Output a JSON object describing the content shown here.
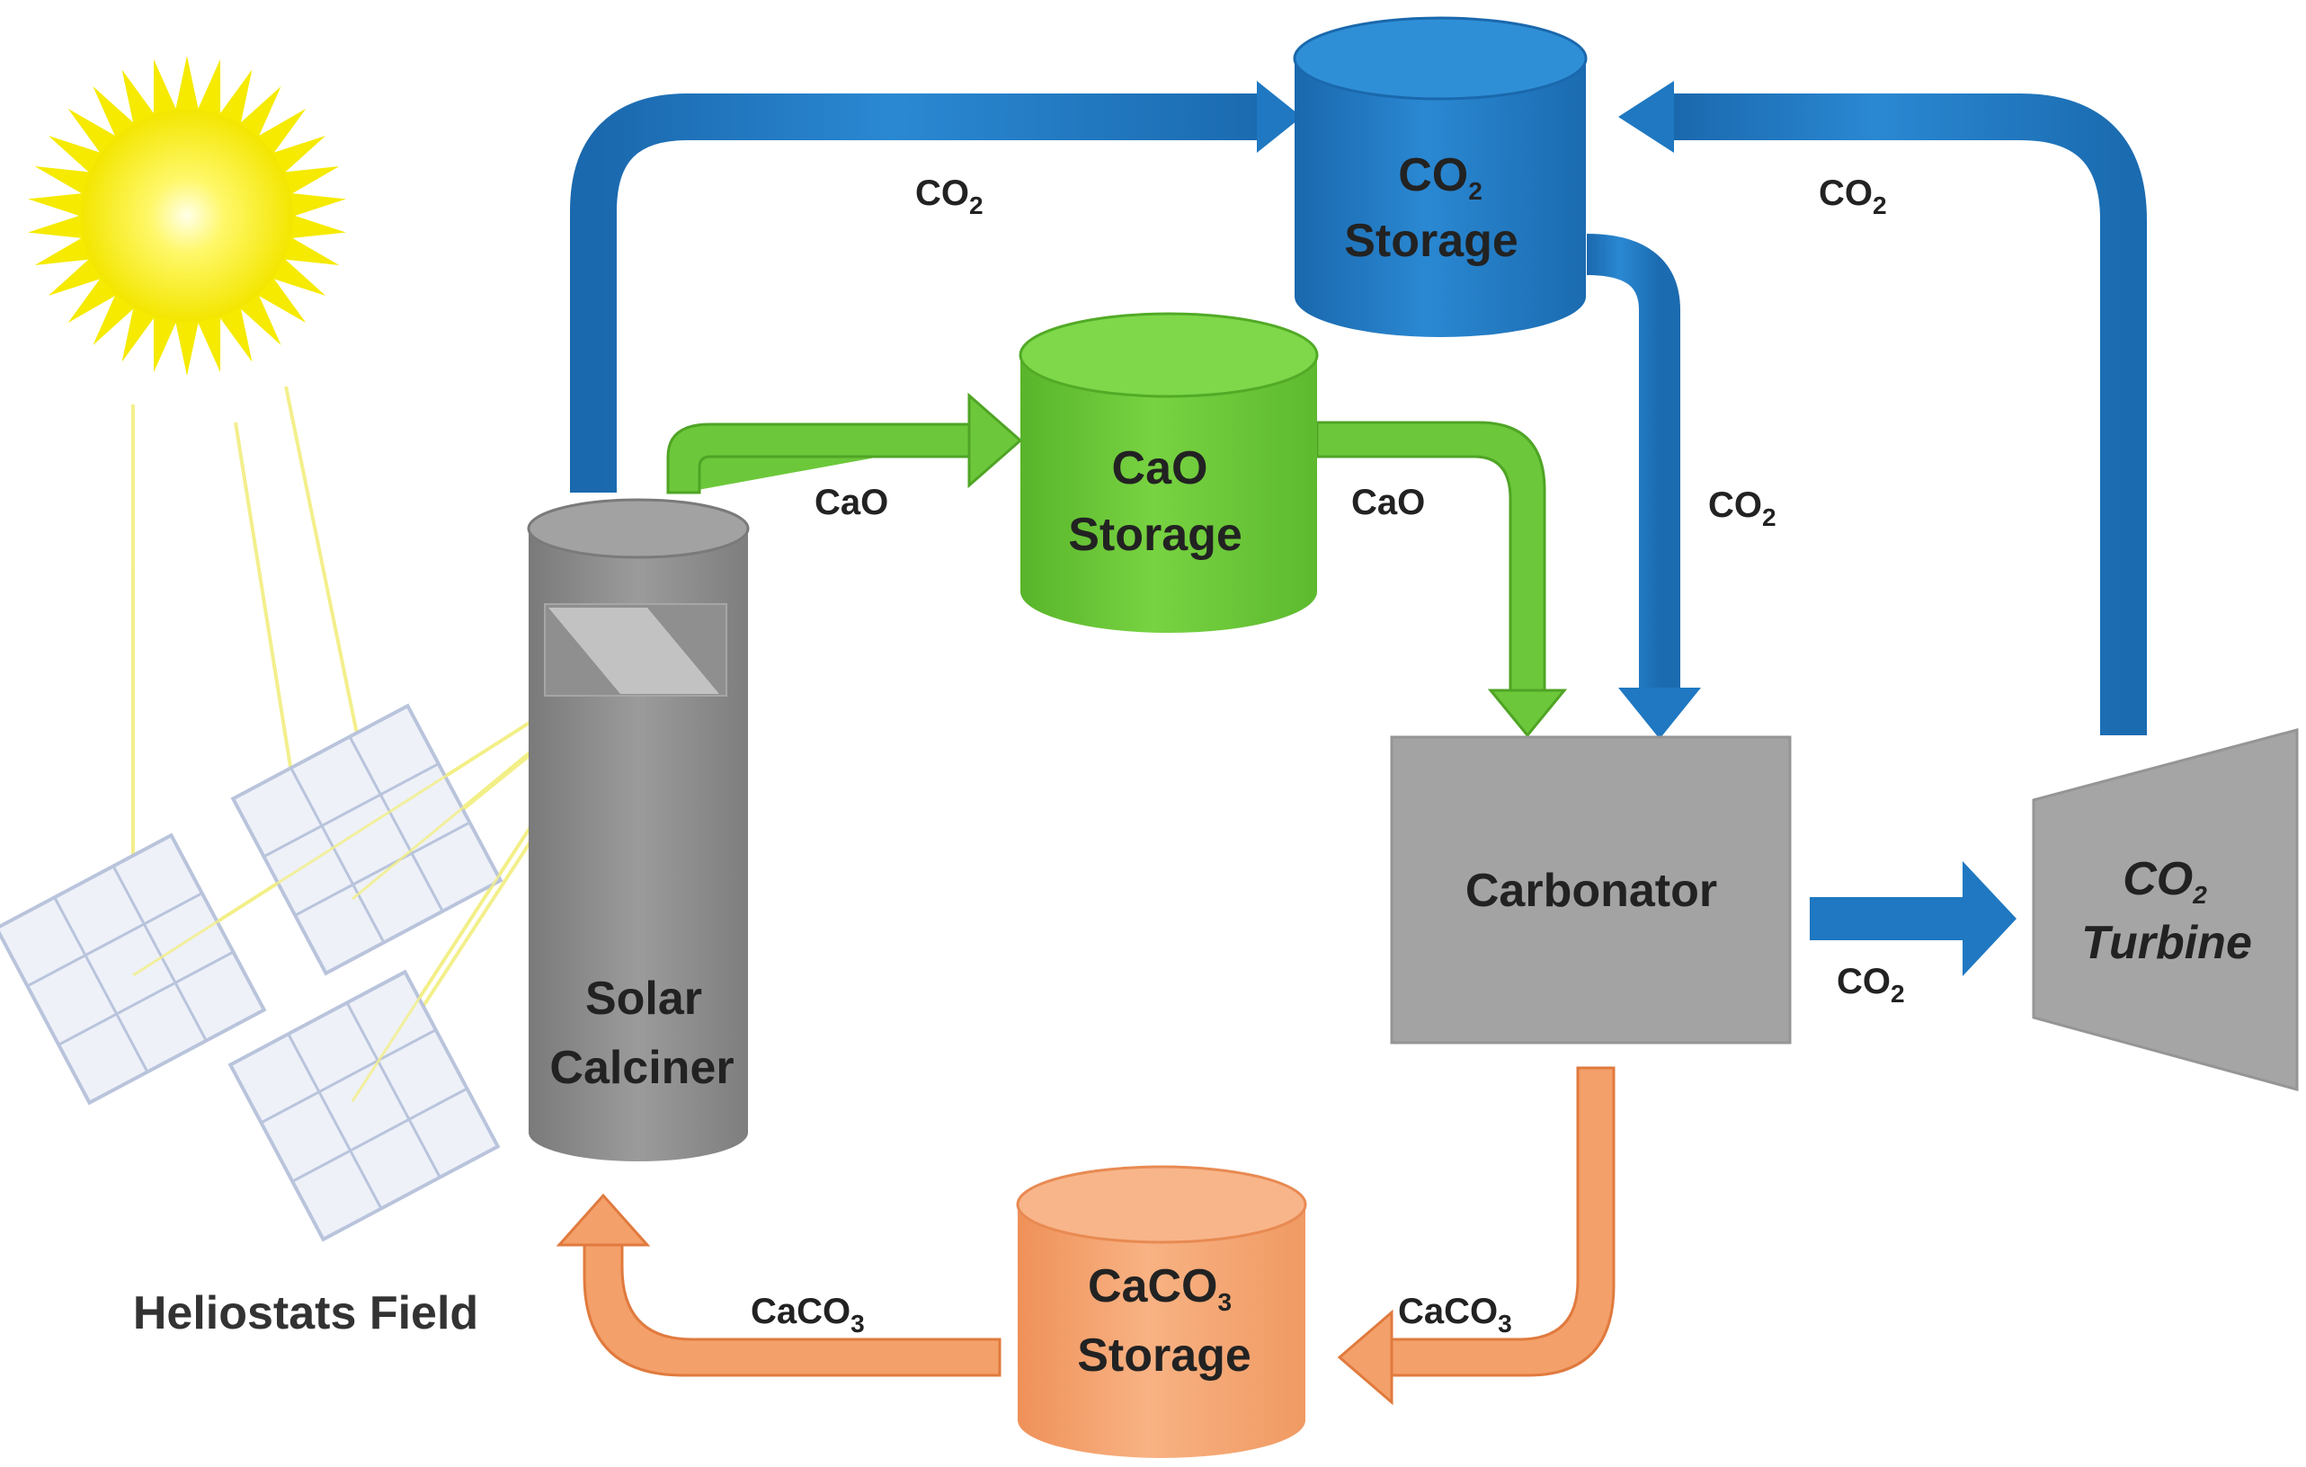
{
  "colors": {
    "co2": "#1f78c1",
    "cao": "#6cc83a",
    "caco3": "#f4a06a",
    "gray": "#8c8c8c",
    "sun": "#f5ee10",
    "ray": "#f6f18a",
    "panel": "#eef1f8",
    "panel_line": "#b9c4dc"
  },
  "nodes": {
    "co2_storage": {
      "line1": "CO",
      "sub": "2",
      "line2": "Storage"
    },
    "cao_storage": {
      "line1": "CaO",
      "line2": "Storage"
    },
    "caco3_storage": {
      "line1": "CaCO",
      "sub": "3",
      "line2": "Storage"
    },
    "solar_calciner": {
      "line1": "Solar",
      "line2": "Calciner"
    },
    "carbonator": {
      "label": "Carbonator"
    },
    "co2_turbine": {
      "line1": "CO",
      "sub": "2",
      "line2": "Turbine"
    },
    "heliostats": {
      "label": "Heliostats Field"
    }
  },
  "flows": {
    "calciner_to_co2_storage": {
      "main": "CO",
      "sub": "2"
    },
    "turbine_to_co2_storage": {
      "main": "CO",
      "sub": "2"
    },
    "co2_storage_to_carbonator": {
      "main": "CO",
      "sub": "2"
    },
    "carbonator_to_turbine": {
      "main": "CO",
      "sub": "2"
    },
    "calciner_to_cao_storage": {
      "main": "CaO"
    },
    "cao_storage_to_carbonator": {
      "main": "CaO"
    },
    "carbonator_to_caco3_storage": {
      "main": "CaCO",
      "sub": "3"
    },
    "caco3_storage_to_calciner": {
      "main": "CaCO",
      "sub": "3"
    }
  }
}
